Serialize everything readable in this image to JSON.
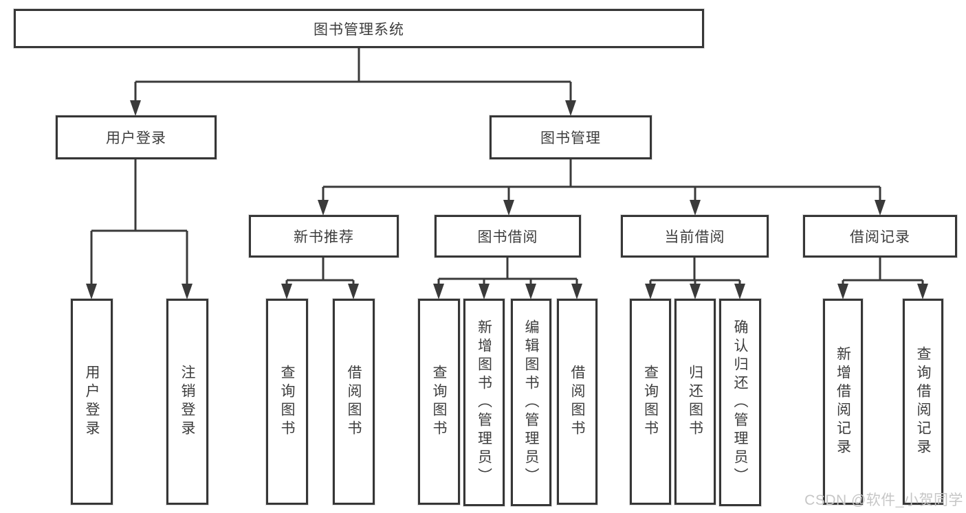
{
  "root": {
    "label": "图书管理系统"
  },
  "level2": [
    {
      "label": "用户登录"
    },
    {
      "label": "图书管理"
    }
  ],
  "level3": [
    {
      "label": "新书推荐",
      "parent": "图书管理"
    },
    {
      "label": "图书借阅",
      "parent": "图书管理"
    },
    {
      "label": "当前借阅",
      "parent": "图书管理"
    },
    {
      "label": "借阅记录",
      "parent": "图书管理"
    }
  ],
  "leaves": [
    {
      "label": "用户登录",
      "parent": "用户登录"
    },
    {
      "label": "注销登录",
      "parent": "用户登录"
    },
    {
      "label": "查询图书",
      "parent": "新书推荐"
    },
    {
      "label": "借阅图书",
      "parent": "新书推荐"
    },
    {
      "label": "查询图书",
      "parent": "图书借阅"
    },
    {
      "label": "新增图书（管理员）",
      "parent": "图书借阅"
    },
    {
      "label": "编辑图书（管理员）",
      "parent": "图书借阅"
    },
    {
      "label": "借阅图书",
      "parent": "图书借阅"
    },
    {
      "label": "查询图书",
      "parent": "当前借阅"
    },
    {
      "label": "归还图书",
      "parent": "当前借阅"
    },
    {
      "label": "确认归还（管理员）",
      "parent": "当前借阅"
    },
    {
      "label": "新增借阅记录",
      "parent": "借阅记录"
    },
    {
      "label": "查询借阅记录",
      "parent": "借阅记录"
    }
  ],
  "watermark": "CSDN @软件_小贺同学",
  "colors": {
    "line": "#3a3a3a",
    "text": "#3d3d3d",
    "watermark": "#c6c6c6",
    "background": "#ffffff"
  }
}
